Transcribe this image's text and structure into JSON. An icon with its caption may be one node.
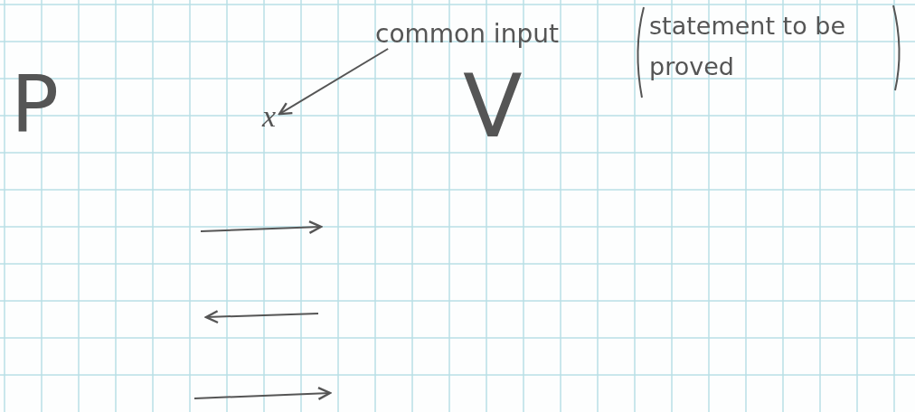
{
  "diagram": {
    "nodes": [
      {
        "text": [
          "P"
        ]
      },
      {
        "text": [
          "x"
        ]
      },
      {
        "text": [
          "V"
        ]
      },
      {
        "text": [
          "common input"
        ]
      }
    ],
    "edges": [
      {
        "from": 3,
        "to": 1,
        "arrow": "to"
      }
    ],
    "labels": [
      "statement to be proved"
    ]
  }
}
